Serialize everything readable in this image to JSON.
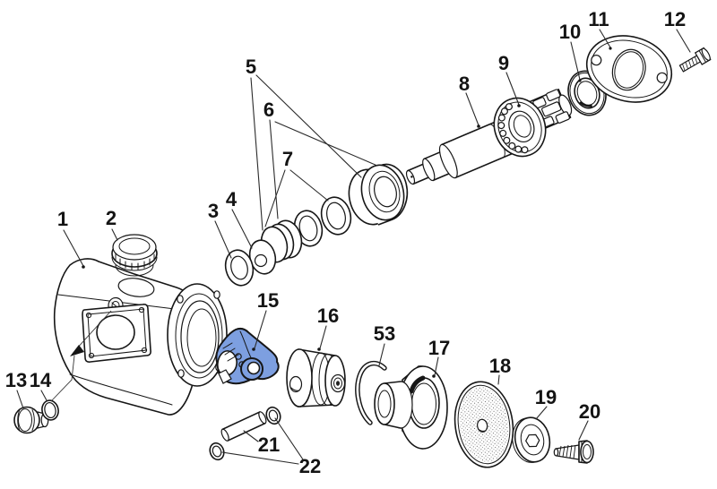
{
  "diagram": {
    "kind": "exploded-parts-diagram",
    "background": "#ffffff",
    "line_color": "#161616",
    "highlight_color": "#7d9fe0",
    "highlighted_part": "15",
    "parts": [
      {
        "number": "1"
      },
      {
        "number": "2"
      },
      {
        "number": "3"
      },
      {
        "number": "4"
      },
      {
        "number": "5"
      },
      {
        "number": "6"
      },
      {
        "number": "7"
      },
      {
        "number": "8"
      },
      {
        "number": "9"
      },
      {
        "number": "10"
      },
      {
        "number": "11"
      },
      {
        "number": "12"
      },
      {
        "number": "13"
      },
      {
        "number": "14"
      },
      {
        "number": "15"
      },
      {
        "number": "16"
      },
      {
        "number": "17"
      },
      {
        "number": "18"
      },
      {
        "number": "19"
      },
      {
        "number": "20"
      },
      {
        "number": "21"
      },
      {
        "number": "22"
      },
      {
        "number": "53"
      }
    ]
  }
}
